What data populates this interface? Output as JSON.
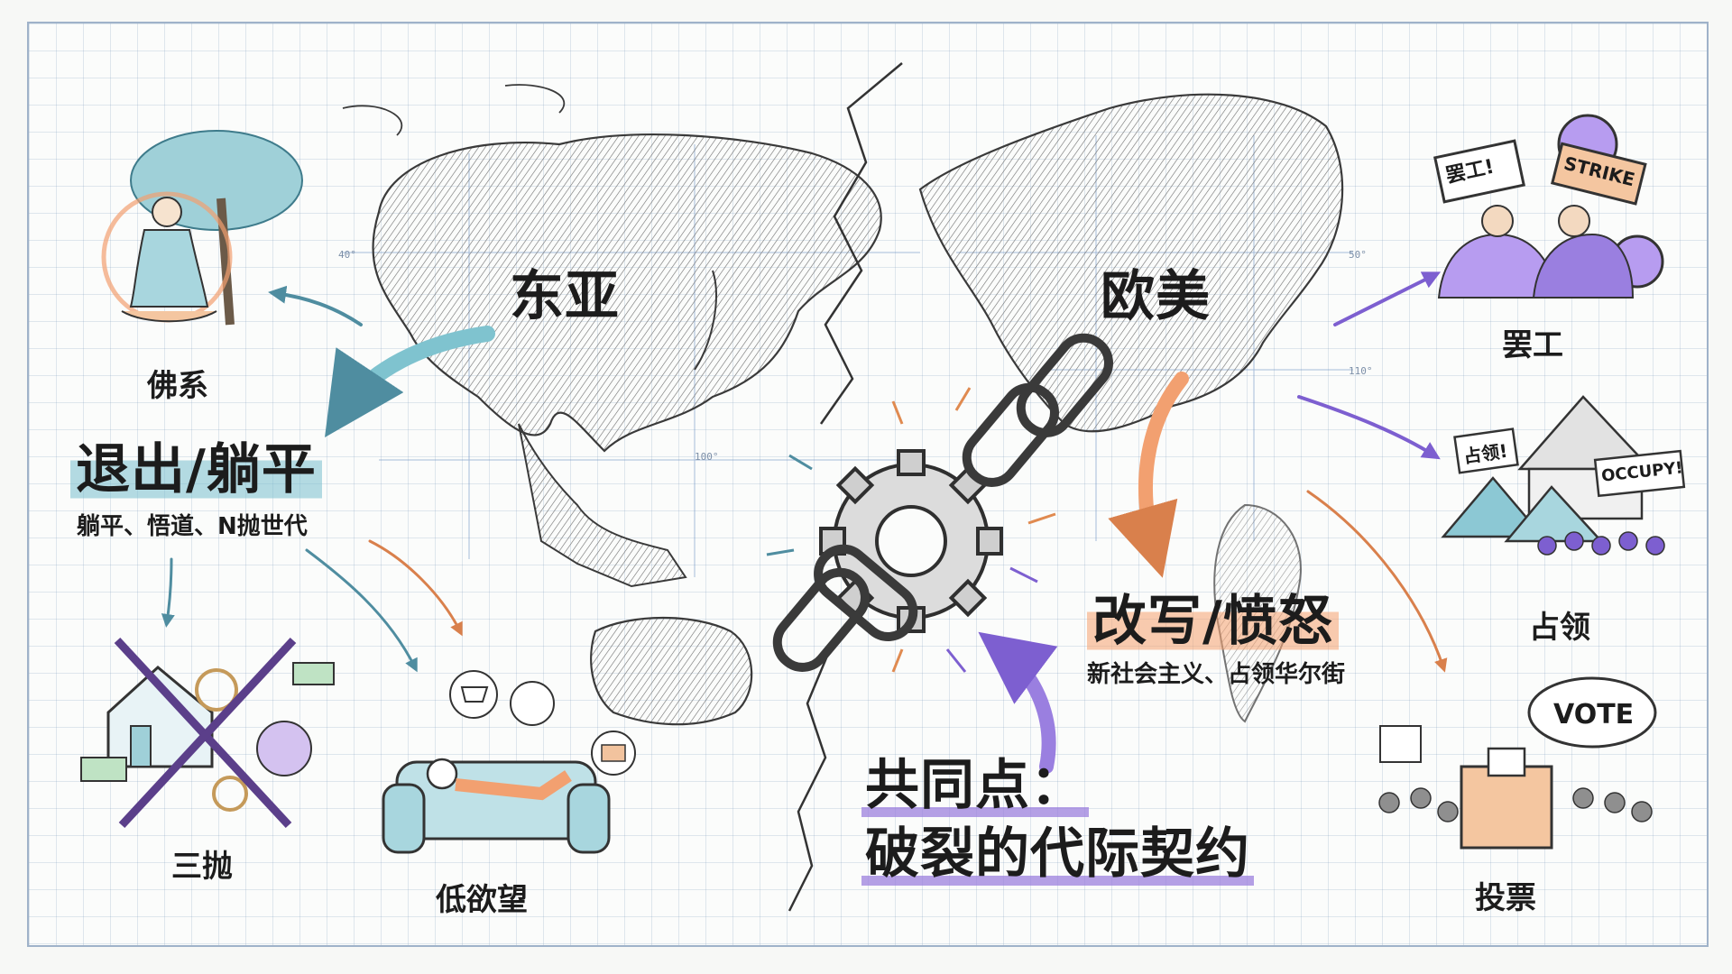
{
  "regions": {
    "east_asia": "东亚",
    "west": "欧美"
  },
  "east_asia_branch": {
    "main_title": "退出/躺平",
    "subtitle": "躺平、悟道、N抛世代",
    "items": [
      "佛系",
      "三抛",
      "低欲望"
    ]
  },
  "west_branch": {
    "main_title": "改写/愤怒",
    "subtitle": "新社会主义、占领华尔街",
    "items": [
      "罢工",
      "占领",
      "投票"
    ]
  },
  "center": {
    "line1": "共同点：",
    "line2": "破裂的代际契约"
  },
  "signs": {
    "strike_cn": "罢工!",
    "strike_en": "STRIKE",
    "occupy_cn": "占领!",
    "occupy_en": "OCCUPY!",
    "vote": "VOTE"
  },
  "grid_labels": [
    "40°",
    "50°",
    "100°",
    "110°"
  ],
  "colors": {
    "teal_accent": "#7fc3cf",
    "orange_accent": "#f2a070",
    "purple_accent": "#9a7fe0",
    "ink": "#2a2a2a"
  }
}
